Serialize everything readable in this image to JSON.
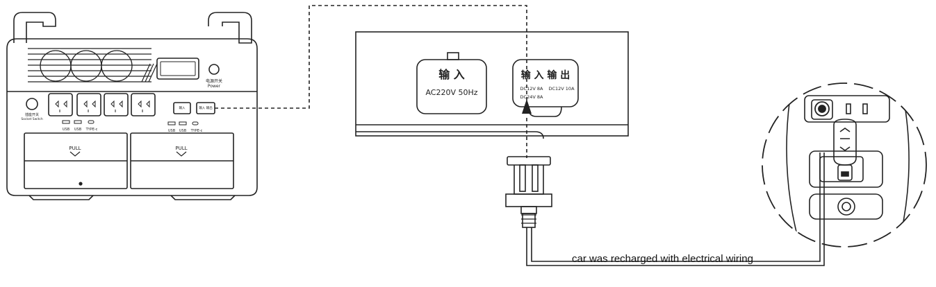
{
  "station": {
    "power_label_cn": "电源开关",
    "power_label_en": "Power",
    "socket_label_cn": "插座开关",
    "socket_label_en": "Socket Switch",
    "port_in_cn": "输入",
    "port_in_out_cn": "输入 输出",
    "usb_label": "USB",
    "typec_label": "TYPE-c",
    "pull_label": "PULL"
  },
  "panel": {
    "ac_title": "输 入",
    "ac_spec": "AC220V 50Hz",
    "dc_title": "输 入  输 出",
    "dc_spec_1": "DC12V 8A",
    "dc_spec_2": "DC12V 10A",
    "dc_spec_3": "DC24V 8A"
  },
  "caption": "car was recharged with electrical wiring"
}
